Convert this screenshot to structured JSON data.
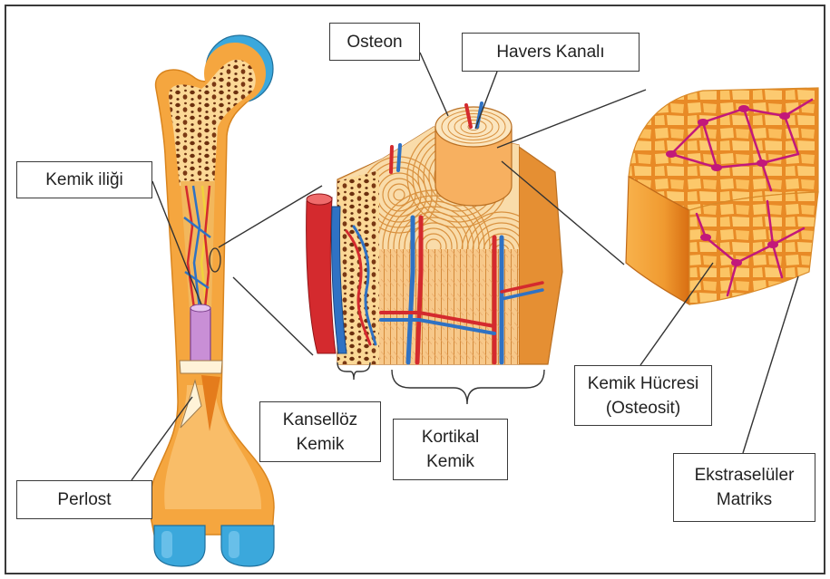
{
  "labels": {
    "osteon": "Osteon",
    "havers": "Havers Kanalı",
    "kemik_iligi": "Kemik iliği",
    "kanselloz": {
      "line1": "Kansellöz",
      "line2": "Kemik"
    },
    "kortikal": {
      "line1": "Kortikal",
      "line2": "Kemik"
    },
    "kemik_hucresi": {
      "line1": "Kemik Hücresi",
      "line2": "(Osteosit)"
    },
    "matriks": {
      "line1": "Ekstraselüler",
      "line2": "Matriks"
    },
    "perlost": "Perlost"
  },
  "colors": {
    "bone": "#f5a63f",
    "cartilage": "#3ba8dc",
    "artery": "#d42a2e",
    "vein": "#2f72c4",
    "osteocyte": "#c2187a",
    "marrow": "#c98fd6"
  }
}
